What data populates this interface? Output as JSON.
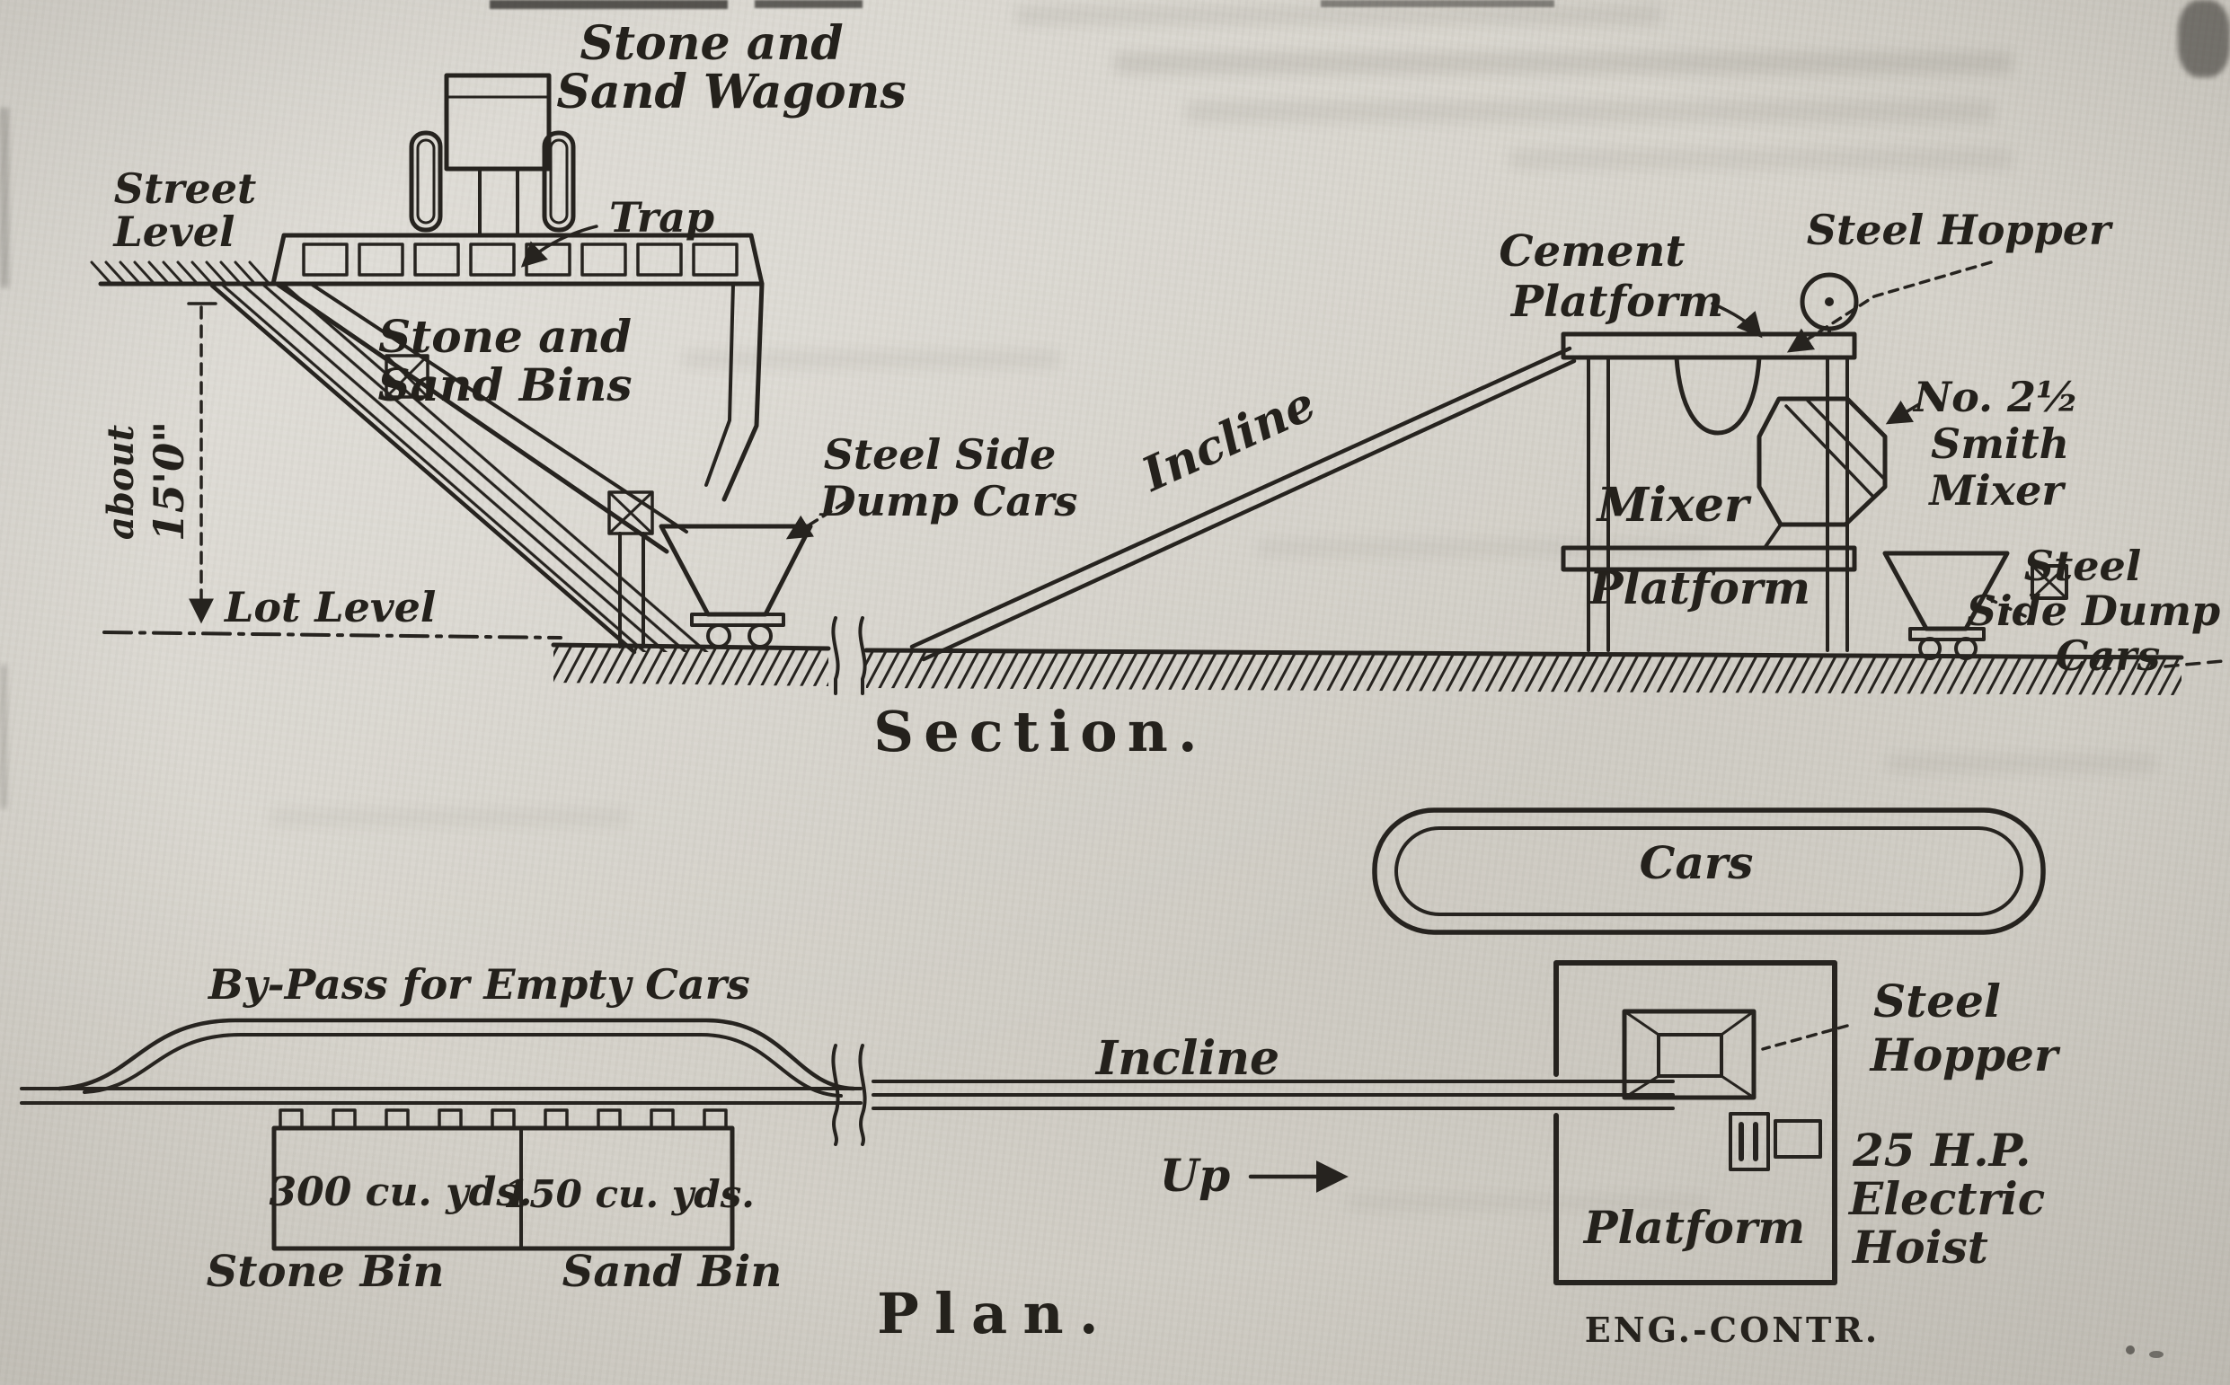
{
  "colors": {
    "paper": "#d6d3cb",
    "ink": "#26231f"
  },
  "section": {
    "caption": "Section.",
    "wagons_label": [
      "Stone and",
      "Sand Wagons"
    ],
    "street_level": [
      "Street",
      "Level"
    ],
    "trap": "Trap",
    "bins_label": [
      "Stone and",
      "Sand Bins"
    ],
    "depth_note": [
      "about",
      "15'0\""
    ],
    "lot_level": "Lot Level",
    "dump_cars_left": [
      "Steel Side",
      "Dump Cars"
    ],
    "incline": "Incline",
    "cement_platform": [
      "Cement",
      "Platform"
    ],
    "steel_hopper": "Steel Hopper",
    "smith_mixer": [
      "No. 2½",
      "Smith",
      "Mixer"
    ],
    "mixer": "Mixer",
    "platform": "Platform",
    "dump_cars_right": [
      "Steel",
      "Side Dump",
      "Cars"
    ]
  },
  "track_loop": {
    "cars": "Cars"
  },
  "plan": {
    "caption": "Plan.",
    "bypass": "By-Pass for Empty Cars",
    "incline": "Incline",
    "up": "Up",
    "stone_bin_capacity": "300 cu. yds.",
    "sand_bin_capacity": "150 cu. yds.",
    "stone_bin": "Stone Bin",
    "sand_bin": "Sand Bin",
    "steel_hopper": [
      "Steel",
      "Hopper"
    ],
    "hoist": [
      "25 H.P.",
      "Electric",
      "Hoist"
    ],
    "platform": "Platform"
  },
  "credit": "ENG.-CONTR."
}
